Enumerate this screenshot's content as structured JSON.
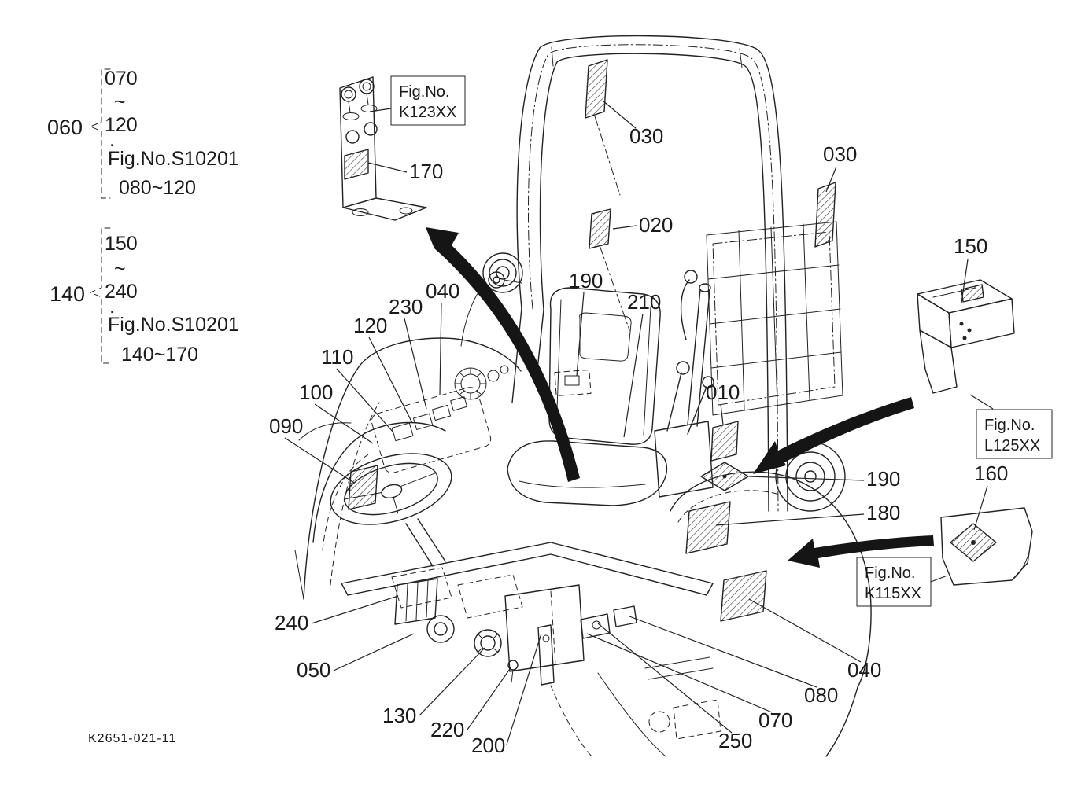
{
  "drawing": {
    "code": "K2651-021-11"
  },
  "groups": {
    "g060": {
      "label": "060",
      "from": "070",
      "tilde": "~",
      "to": "120",
      "dot": ".",
      "fig": "Fig.No.S10201",
      "range": "080~120"
    },
    "g140": {
      "label": "140",
      "from": "150",
      "tilde": "~",
      "to": "240",
      "dot": ".",
      "fig": "Fig.No.S10201",
      "range": "140~170"
    }
  },
  "fig_refs": {
    "k123": {
      "line1": "Fig.No.",
      "line2": "K123XX"
    },
    "l125": {
      "line1": "Fig.No.",
      "line2": "L125XX"
    },
    "k115": {
      "line1": "Fig.No.",
      "line2": "K115XX"
    }
  },
  "callouts": [
    {
      "label": "170"
    },
    {
      "label": "030"
    },
    {
      "label": "020"
    },
    {
      "label": "030"
    },
    {
      "label": "150"
    },
    {
      "label": "160"
    },
    {
      "label": "190"
    },
    {
      "label": "210"
    },
    {
      "label": "040"
    },
    {
      "label": "230"
    },
    {
      "label": "120"
    },
    {
      "label": "110"
    },
    {
      "label": "100"
    },
    {
      "label": "090"
    },
    {
      "label": "010"
    },
    {
      "label": "190"
    },
    {
      "label": "180"
    },
    {
      "label": "240"
    },
    {
      "label": "050"
    },
    {
      "label": "130"
    },
    {
      "label": "220"
    },
    {
      "label": "200"
    },
    {
      "label": "250"
    },
    {
      "label": "070"
    },
    {
      "label": "080"
    },
    {
      "label": "040"
    }
  ],
  "colors": {
    "line": "#222222",
    "background": "#ffffff"
  }
}
